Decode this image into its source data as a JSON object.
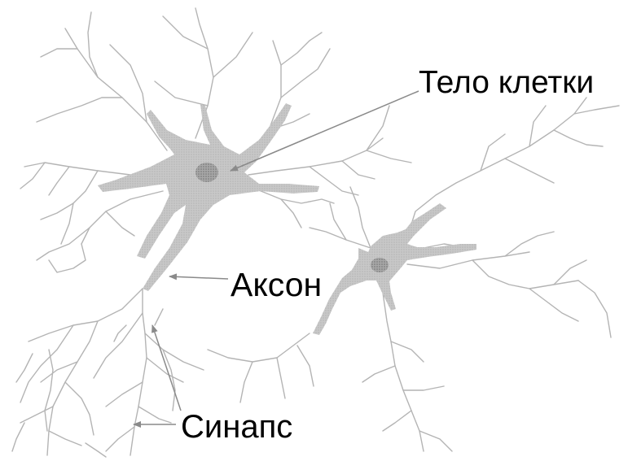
{
  "labels": {
    "cell_body": "Тело клетки",
    "axon": "Аксон",
    "synapse": "Синапс"
  },
  "colors": {
    "background": "#ffffff",
    "cell_fill": "#c8c8c8",
    "nucleus": "#8f8f8f",
    "branch": "#b4b4b4",
    "arrow": "#8a8a8a",
    "text": "#000000"
  }
}
